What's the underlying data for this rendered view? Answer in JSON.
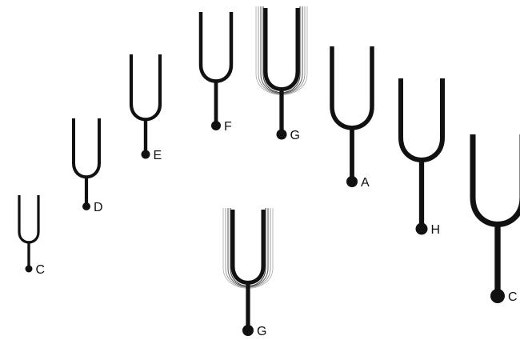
{
  "forks": [
    {
      "note": "C",
      "vibrating": false
    },
    {
      "note": "D",
      "vibrating": false
    },
    {
      "note": "E",
      "vibrating": false
    },
    {
      "note": "F",
      "vibrating": false
    },
    {
      "note": "G",
      "vibrating": true
    },
    {
      "note": "A",
      "vibrating": false
    },
    {
      "note": "H",
      "vibrating": false
    },
    {
      "note": "C",
      "vibrating": false
    },
    {
      "note": "G",
      "vibrating": true
    }
  ],
  "colors": {
    "ink": "#111111",
    "background": "#ffffff"
  }
}
